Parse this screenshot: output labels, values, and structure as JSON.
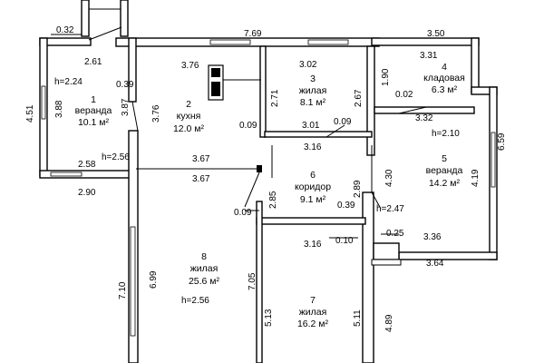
{
  "rooms": [
    {
      "number": "1",
      "name": "веранда",
      "area": "10.1 м²",
      "height": "h=2.24"
    },
    {
      "number": "2",
      "name": "кухня",
      "area": "12.0 м²"
    },
    {
      "number": "3",
      "name": "жилая",
      "area": "8.1 м²"
    },
    {
      "number": "4",
      "name": "кладовая",
      "area": "6.3 м²"
    },
    {
      "number": "5",
      "name": "веранда",
      "area": "14.2 м²",
      "height": "h=2.10"
    },
    {
      "number": "6",
      "name": "коридор",
      "area": "9.1 м²",
      "height": "h=2.47"
    },
    {
      "number": "7",
      "name": "жилая",
      "area": "16.2 м²"
    },
    {
      "number": "8",
      "name": "жилая",
      "area": "25.6 м²",
      "height": "h=2.56"
    }
  ],
  "extra_height": "h=2.56",
  "dimensions": {
    "d_0_32": "0.32",
    "d_7_69": "7.69",
    "d_3_50": "3.50",
    "d_2_61": "2.61",
    "d_3_76_top": "3.76",
    "d_3_02": "3.02",
    "d_3_31": "3.31",
    "d_4_51": "4.51",
    "d_3_88": "3.88",
    "d_0_39_left": "0.39",
    "d_3_87": "3.87",
    "d_3_76_vert": "3.76",
    "d_2_71": "2.71",
    "d_2_67": "2.67",
    "d_1_90": "1.90",
    "d_0_02": "0.02",
    "d_3_32": "3.32",
    "d_0_09_a": "0.09",
    "d_3_01": "3.01",
    "d_0_09_b": "0.09",
    "d_3_16_top": "3.16",
    "d_6_59": "6.59",
    "d_2_58": "2.58",
    "d_3_67_a": "3.67",
    "d_3_67_b": "3.67",
    "d_4_30": "4.30",
    "d_4_19": "4.19",
    "d_2_89": "2.89",
    "d_2_90": "2.90",
    "d_2_85": "2.85",
    "d_0_39_mid": "0.39",
    "d_0_09_c": "0.09",
    "d_0_25": "0.25",
    "d_3_36": "3.36",
    "d_3_16_bot": "3.16",
    "d_0_10": "0.10",
    "d_3_64": "3.64",
    "d_7_10": "7.10",
    "d_6_99": "6.99",
    "d_7_05": "7.05",
    "d_5_13": "5.13",
    "d_5_11": "5.11",
    "d_4_89": "4.89"
  }
}
